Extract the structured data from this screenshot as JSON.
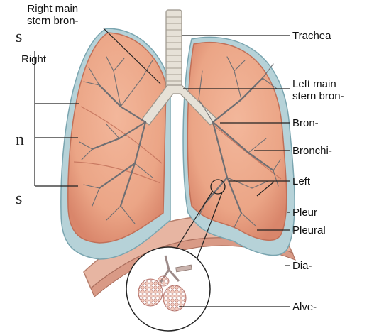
{
  "labels": {
    "right_main_stem_bronchus": "Right main\nstern bron-",
    "right": "Right",
    "trachea": "Trachea",
    "left_main_stem_bronchus": "Left main\nstern bron-",
    "bronchus": "Bron-",
    "bronchiole": "Bronchi-",
    "left": "Left",
    "pleura": "Pleur",
    "pleural": "Pleural",
    "diaphragm": "Dia-",
    "alveoli": "Alve-"
  },
  "cropped_text": {
    "top": "s",
    "middle": "n",
    "bottom": "s"
  },
  "colors": {
    "lung": "#eeab8f",
    "lung_dark": "#cf7c63",
    "pleura": "#b6d2d8",
    "diaphragm": "#e7b5a2",
    "trachea": "#e6e1d7",
    "airway": "#6f6f73",
    "leader": "#222222"
  }
}
